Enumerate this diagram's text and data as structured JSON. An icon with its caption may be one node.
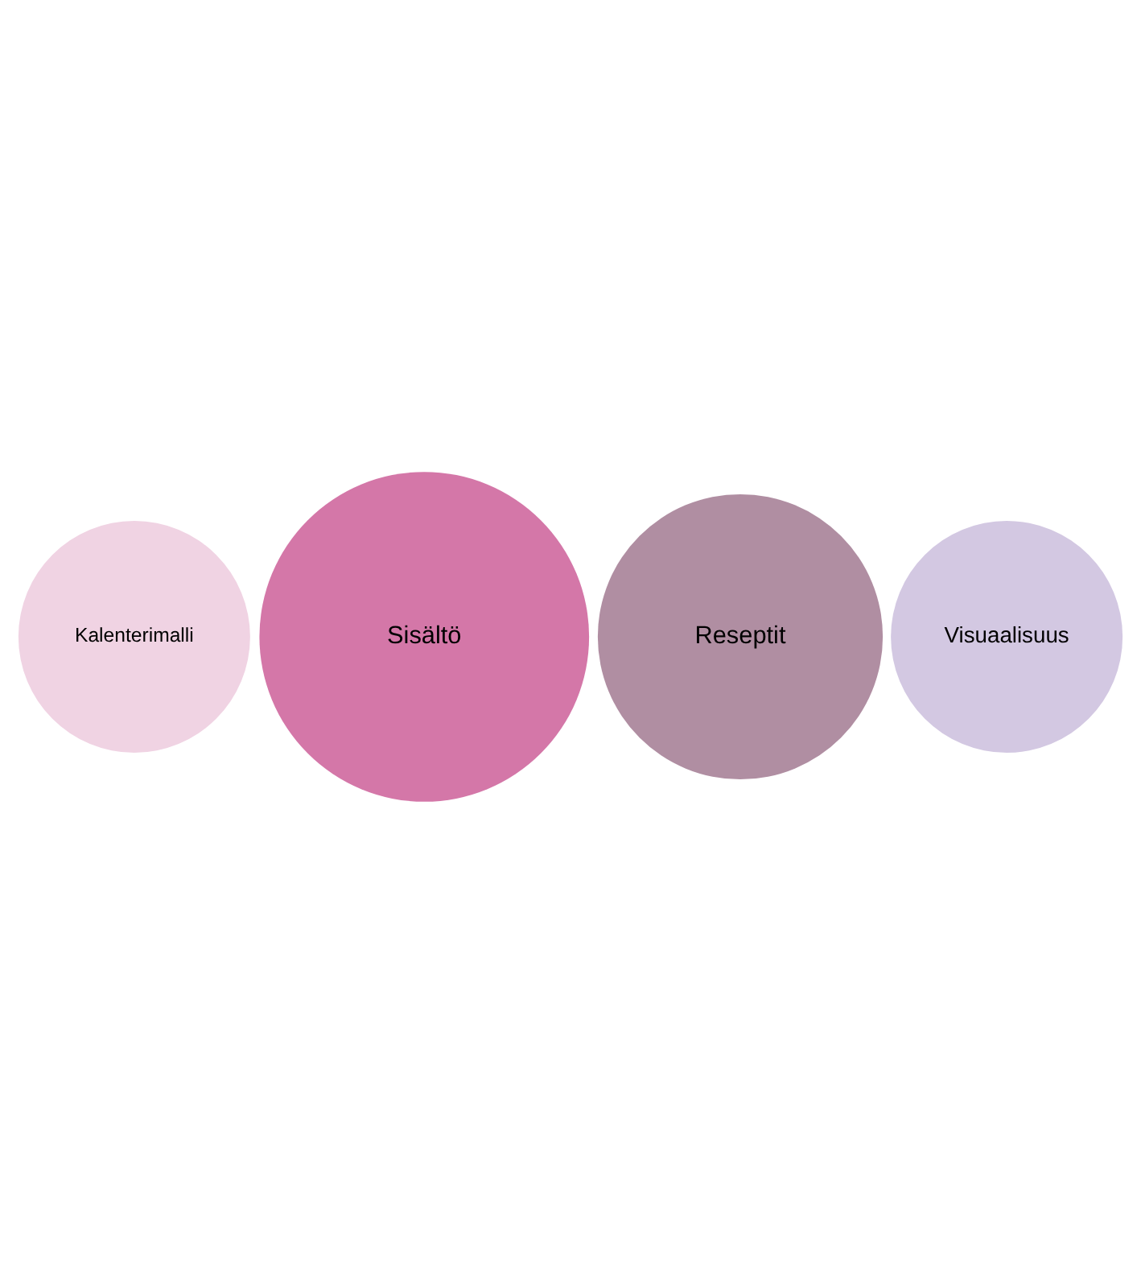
{
  "diagram": {
    "nodes": [
      {
        "text": [
          "Kalenterimalli"
        ]
      },
      {
        "text": [
          "Sisältö"
        ]
      },
      {
        "text": [
          "Reseptit"
        ]
      },
      {
        "text": [
          "Visuaalisuus"
        ]
      }
    ]
  }
}
